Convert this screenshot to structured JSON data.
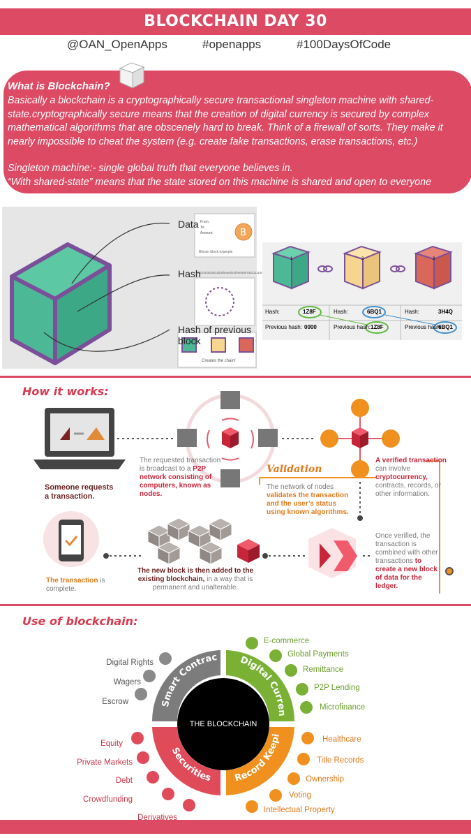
{
  "header": {
    "title": "BLOCKCHAIN DAY 30",
    "handle": "@OAN_OpenApps",
    "tag1": "#openapps",
    "tag2": "#100DaysOfCode"
  },
  "what": {
    "title": "What is Blockchain?",
    "para1": "Basically a blockchain is a cryptographically secure transactional singleton machine with shared-state.cryptographically secure means that the creation of digital currency is secured by complex mathematical algorithms that are obscenely hard to break. Think of a firewall of sorts. They make it nearly impossible to cheat the system (e.g. create fake transactions, erase transactions, etc.)",
    "para2": "Singleton machine:- single global truth that everyone believes in.",
    "para3": "“With shared-state” means that the state stored on this machine is shared and open to everyone"
  },
  "block_diagram": {
    "label_data": "Data",
    "label_hash": "Hash",
    "label_prev": "Hash of previous block",
    "from": "From:",
    "to": "To:",
    "amount": "Amount:",
    "bitcoin_caption": "Bitcoin block example",
    "hash_string": "3602410b25218b3f0ead04cfe0e6007ab1111190",
    "chain_caption": "Creates the chain!"
  },
  "chain_diagram": {
    "blocks": [
      {
        "num": "1",
        "hash": "1Z8F",
        "prev": "0000",
        "color": "#4db895"
      },
      {
        "num": "2",
        "hash": "6BQ1",
        "prev": "1Z8F",
        "color": "#f6d58f"
      },
      {
        "num": "3",
        "hash": "3H4Q",
        "prev": "6BQ1",
        "color": "#d9685a"
      }
    ],
    "hash_label": "Hash:",
    "prev_label": "Previous hash:"
  },
  "how": {
    "title": "How it works:",
    "step1": {
      "line1": "Someone requests",
      "line2": "a transaction."
    },
    "step2": {
      "plain": "The requested transaction is broadcast to a",
      "bold1": "P2P",
      "bold2": "network consisting of computers, known as nodes."
    },
    "validation_word": "Validation",
    "step3": {
      "plain": "The network of nodes",
      "bold": "validates the transaction and the user’s status using known algorithms."
    },
    "step4": {
      "bold": "A verified transaction",
      "plain1": "can involve",
      "bold2": "cryptocurrency,",
      "plain2": "contracts, records, or other information."
    },
    "step5": {
      "plain": "Once verified, the transaction is combined with other transactions",
      "bold": "to create a new block of data for the ledger."
    },
    "step6": {
      "bold": "The new block is then added to the existing blockchain,",
      "plain": "in a way that is permanent and unalterable."
    },
    "step7": {
      "bold": "The transaction",
      "plain": "is complete."
    }
  },
  "use": {
    "title": "Use of blockchain:",
    "center": "THE BLOCKCHAIN",
    "segments": {
      "smart": "Smart Contracts",
      "digital": "Digital Currency",
      "securities": "Securities",
      "record": "Record Keeping"
    },
    "smart_items": [
      "Digital Rights",
      "Wagers",
      "Escrow"
    ],
    "digital_items": [
      "E-commerce",
      "Global Payments",
      "Remittance",
      "P2P Lending",
      "Microfinance"
    ],
    "securities_items": [
      "Equity",
      "Private Markets",
      "Debt",
      "Crowdfunding",
      "Derivatives"
    ],
    "record_items": [
      "Healthcare",
      "Title Records",
      "Ownership",
      "Voting",
      "Intellectual Property"
    ]
  },
  "colors": {
    "brand_red": "#dd4a64",
    "green": "#7ab135",
    "orange": "#f0901e",
    "gray": "#7c7c7c",
    "securities_red": "#e04b5a"
  }
}
